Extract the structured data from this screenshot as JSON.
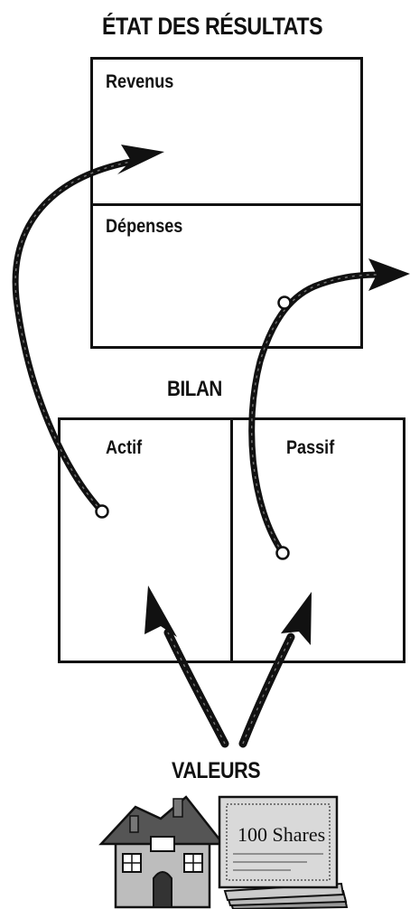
{
  "income_statement": {
    "title": "ÉTAT DES RÉSULTATS",
    "sections": [
      "Revenus",
      "Dépenses"
    ]
  },
  "balance_sheet": {
    "title": "BILAN",
    "sections": [
      "Actif",
      "Passif"
    ]
  },
  "assets": {
    "title": "VALEURS",
    "illustrations": [
      "house-icon",
      "stock-certificate-stack-icon"
    ],
    "certificate_text": "100 Shares"
  },
  "colors": {
    "ink": "#111111",
    "paper": "#ffffff",
    "certificate": "#d9d9d9"
  }
}
